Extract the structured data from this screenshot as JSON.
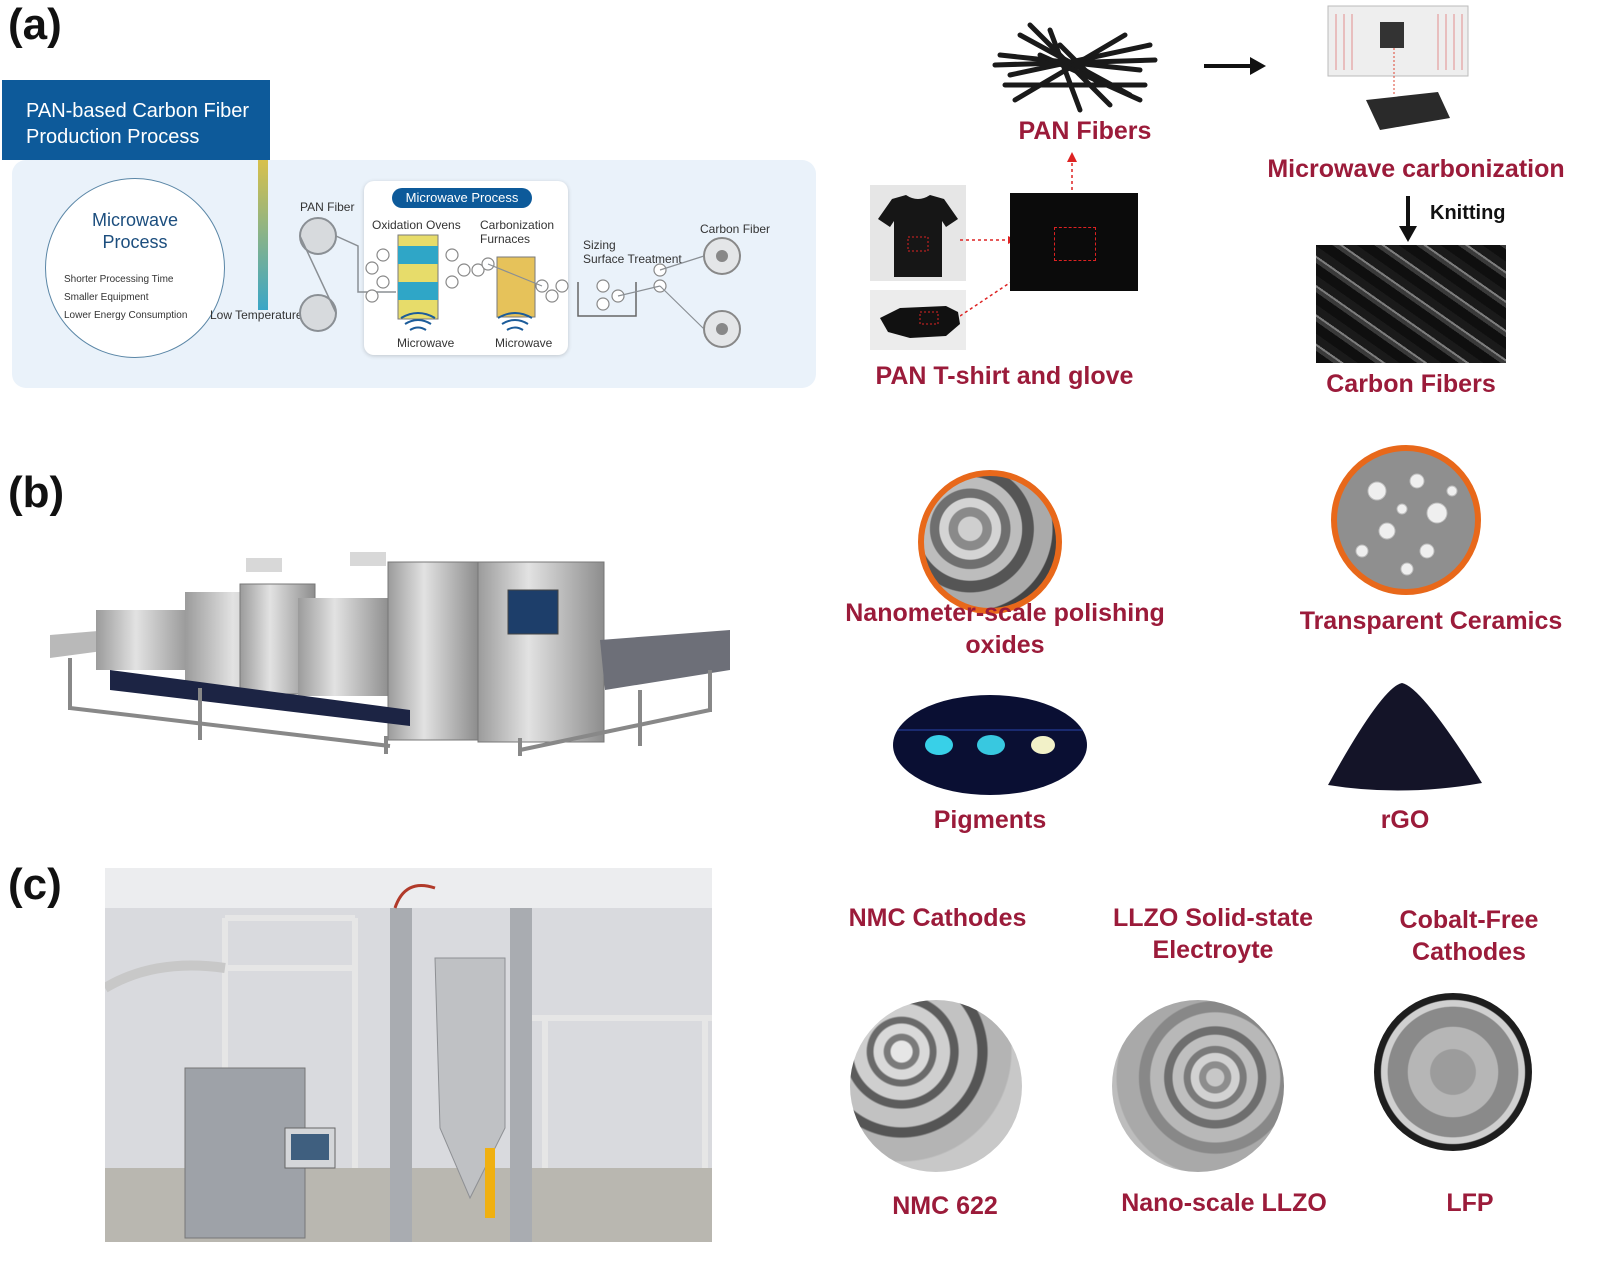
{
  "panel_labels": {
    "a": "(a)",
    "b": "(b)",
    "c": "(c)"
  },
  "process": {
    "title_line1": "PAN-based Carbon Fiber",
    "title_line2": "Production Process",
    "circle_title_line1": "Microwave",
    "circle_title_line2": "Process",
    "benefits": [
      "Shorter Processing Time",
      "Smaller Equipment",
      "Lower Energy Consumption"
    ],
    "low_temperature": "Low Temperature",
    "pan_fiber": "PAN Fiber",
    "microwave_process": "Microwave Process",
    "oxidation_ovens": "Oxidation Ovens",
    "carbonization_line1": "Carbonization",
    "carbonization_line2": "Furnaces",
    "sizing": "Sizing",
    "surface_treatment": "Surface Treatment",
    "carbon_fiber": "Carbon Fiber",
    "microwave_1": "Microwave",
    "microwave_2": "Microwave"
  },
  "panel_a_right": {
    "pan_fibers": "PAN Fibers",
    "microwave_carbonization": "Microwave carbonization",
    "knitting": "Knitting",
    "pan_tshirt_glove": "PAN T-shirt and glove",
    "carbon_fibers": "Carbon Fibers"
  },
  "panel_b": {
    "polishing_line1": "Nanometer-scale polishing",
    "polishing_line2": "oxides",
    "ceramics": "Transparent Ceramics",
    "pigments": "Pigments",
    "rgo": "rGO"
  },
  "panel_c": {
    "nmc_cathodes": "NMC Cathodes",
    "llzo_line1": "LLZO Solid-state",
    "llzo_line2": "Electroyte",
    "cobalt_line1": "Cobalt-Free",
    "cobalt_line2": "Cathodes",
    "nmc622": "NMC 622",
    "nano_llzo": "Nano-scale LLZO",
    "lfp": "LFP"
  },
  "colors": {
    "label_red": "#9b1b3a",
    "process_blue": "#0d5a9a",
    "ring_orange": "#e8681a"
  }
}
